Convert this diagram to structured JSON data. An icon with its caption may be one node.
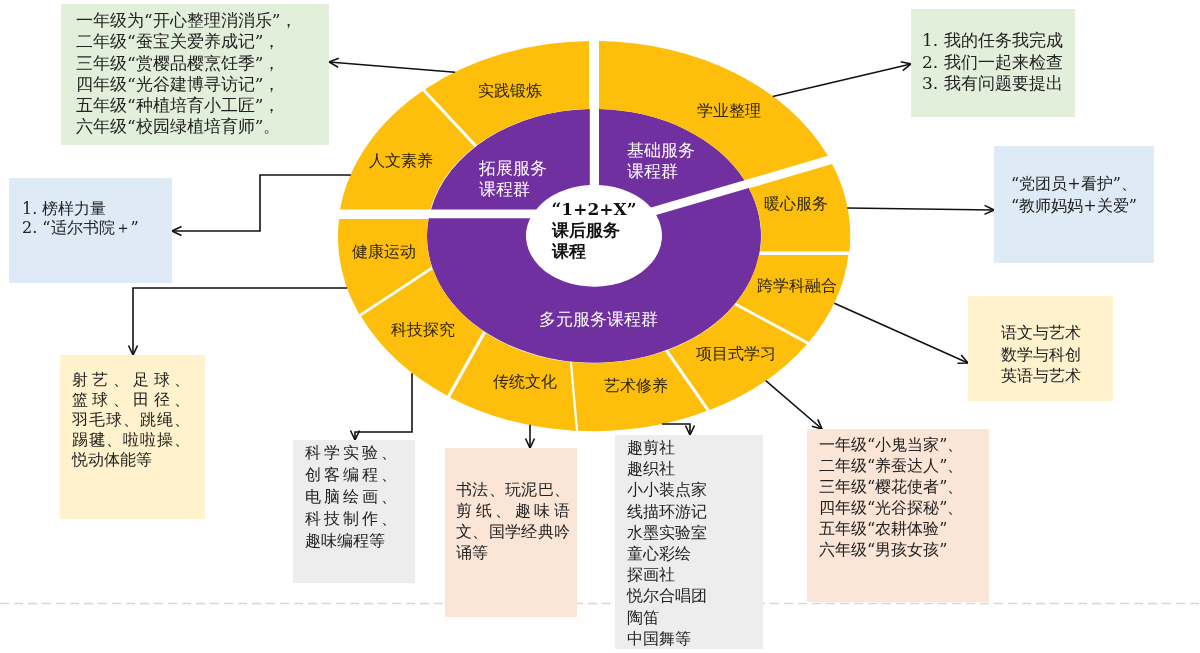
{
  "diagram": {
    "nodes": [
      {
        "text": [
          "“1+2+X”",
          "课后服务课程"
        ]
      },
      {
        "text": [
          "拓展服务课程群"
        ]
      },
      {
        "text": [
          "基础服务课程群"
        ]
      },
      {
        "text": [
          "多元服务课程群"
        ]
      },
      {
        "text": [
          "实践锻炼"
        ]
      },
      {
        "text": [
          "人文素养"
        ]
      },
      {
        "text": [
          "学业整理"
        ]
      },
      {
        "text": [
          "暖心服务"
        ]
      },
      {
        "text": [
          "跨学科融合"
        ]
      },
      {
        "text": [
          "项目式学习"
        ]
      },
      {
        "text": [
          "艺术修养"
        ]
      },
      {
        "text": [
          "传统文化"
        ]
      },
      {
        "text": [
          "科技探究"
        ]
      },
      {
        "text": [
          "健康运动"
        ]
      },
      {
        "text": [
          "一年级为“开心整理消消乐”，",
          "二年级“蚕宝关爱养成记”，",
          "三年级“赏樱品樱烹饪季”，",
          "四年级“光谷建博寻访记”，",
          "五年级“种植培育小工匠”，",
          "六年级“校园绿植培育师”。"
        ]
      },
      {
        "text": [
          "1. 我的任务我完成",
          "2. 我们一起来检查",
          "3. 我有问题要提出"
        ]
      },
      {
        "text": [
          "1. 榜样力量",
          "2. “适尔书院＋”"
        ]
      },
      {
        "text": [
          "“党团员+看护”、",
          "“教师妈妈+关爱”"
        ]
      },
      {
        "text": [
          "语文与艺术",
          "数学与科创",
          "英语与艺术"
        ]
      },
      {
        "text": [
          "射艺、足球、篮球、田径、羽毛球、跳绳、踢毽、啦啦操、悦动体能等"
        ]
      },
      {
        "text": [
          "科学实验、创客编程、电脑绘画、科技制作、趣味编程等"
        ]
      },
      {
        "text": [
          "书法、玩泥巴、剪纸、趣味语文、国学经典吟诵等"
        ]
      },
      {
        "text": [
          "趣剪社",
          "趣织社",
          "小小装点家",
          "线描环游记",
          "水墨实验室",
          "童心彩绘",
          "探画社",
          "悦尔合唱团",
          "陶笛",
          "中国舞等"
        ]
      },
      {
        "text": [
          "一年级“小鬼当家”、",
          "二年级“养蚕达人”、",
          "三年级“樱花使者”、",
          "四年级“光谷探秘”、",
          "五年级“农耕体验”",
          "六年级“男孩女孩”"
        ]
      }
    ],
    "edges": [
      {
        "from": 4,
        "to": 14,
        "arrow": "to"
      },
      {
        "from": 6,
        "to": 15,
        "arrow": "to"
      },
      {
        "from": 5,
        "to": 16,
        "arrow": "to"
      },
      {
        "from": 7,
        "to": 17,
        "arrow": "to"
      },
      {
        "from": 8,
        "to": 18,
        "arrow": "to"
      },
      {
        "from": 13,
        "to": 19,
        "arrow": "to"
      },
      {
        "from": 12,
        "to": 20,
        "arrow": "to"
      },
      {
        "from": 11,
        "to": 21,
        "arrow": "to"
      },
      {
        "from": 10,
        "to": 22,
        "arrow": "to"
      },
      {
        "from": 9,
        "to": 23,
        "arrow": "to"
      }
    ]
  }
}
